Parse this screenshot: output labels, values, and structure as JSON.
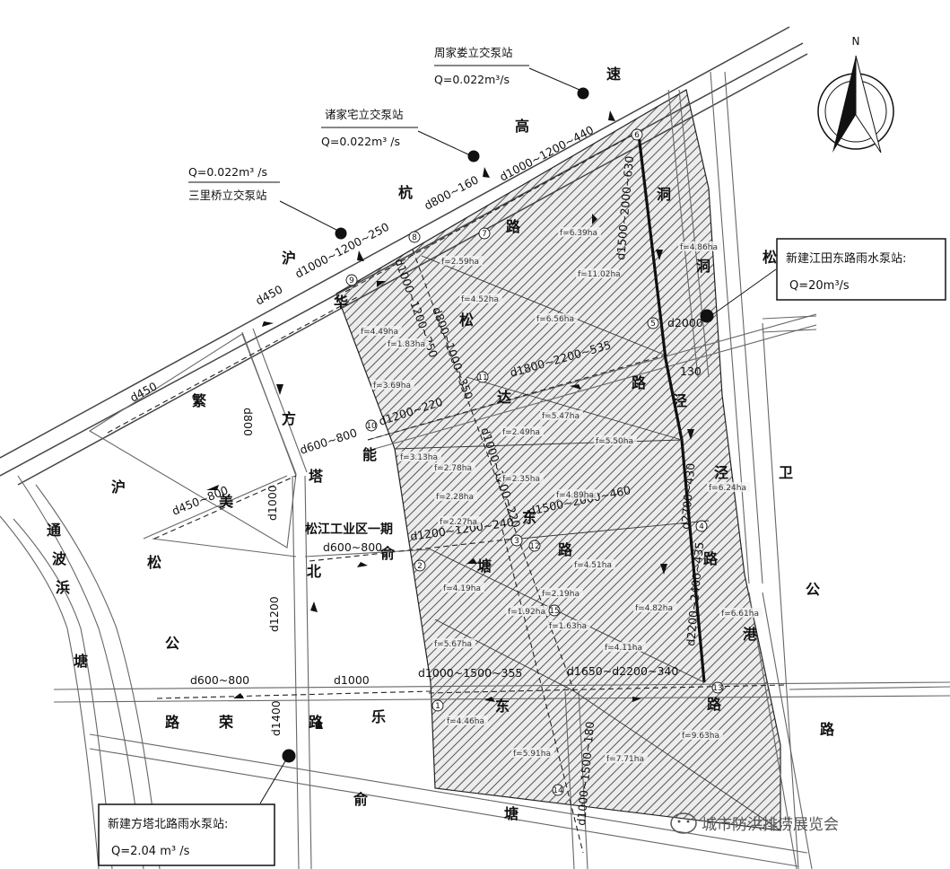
{
  "north": {
    "label": "N"
  },
  "roads": [
    {
      "id": "r1",
      "text": "沪"
    },
    {
      "id": "r2",
      "text": "杭"
    },
    {
      "id": "r3",
      "text": "高"
    },
    {
      "id": "r4",
      "text": "速"
    },
    {
      "id": "r5",
      "text": "繁"
    },
    {
      "id": "r6",
      "text": "方"
    },
    {
      "id": "r7",
      "text": "华"
    },
    {
      "id": "r8",
      "text": "路"
    },
    {
      "id": "r9",
      "text": "能"
    },
    {
      "id": "r10",
      "text": "松"
    },
    {
      "id": "r11",
      "text": "达"
    },
    {
      "id": "r12",
      "text": "路"
    },
    {
      "id": "r13",
      "text": "洞"
    },
    {
      "id": "r14",
      "text": "泾"
    },
    {
      "id": "r15",
      "text": "路"
    },
    {
      "id": "r16",
      "text": "沪"
    },
    {
      "id": "r17",
      "text": "美"
    },
    {
      "id": "r18",
      "text": "塔"
    },
    {
      "id": "r19",
      "text": "北"
    },
    {
      "id": "r20",
      "text": "松"
    },
    {
      "id": "r21",
      "text": "公"
    },
    {
      "id": "r22",
      "text": "路"
    },
    {
      "id": "r23",
      "text": "荣"
    },
    {
      "id": "r24",
      "text": "路"
    },
    {
      "id": "r25",
      "text": "乐"
    },
    {
      "id": "r26",
      "text": "俞"
    },
    {
      "id": "r27",
      "text": "塘"
    },
    {
      "id": "r28",
      "text": "东"
    },
    {
      "id": "r29",
      "text": "路"
    },
    {
      "id": "r30",
      "text": "东"
    },
    {
      "id": "r31",
      "text": "俞"
    },
    {
      "id": "r32",
      "text": "塘"
    },
    {
      "id": "r33",
      "text": "卫"
    },
    {
      "id": "r34",
      "text": "公"
    },
    {
      "id": "r35",
      "text": "路"
    },
    {
      "id": "r36",
      "text": "港"
    },
    {
      "id": "r37",
      "text": "泾"
    },
    {
      "id": "r38",
      "text": "浜"
    },
    {
      "id": "r39",
      "text": "塘"
    },
    {
      "id": "r40",
      "text": "通"
    },
    {
      "id": "r41",
      "text": "波"
    },
    {
      "id": "r42",
      "text": "松"
    },
    {
      "id": "r43",
      "text": "洞"
    },
    {
      "id": "r44",
      "text": "路"
    }
  ],
  "pipes": [
    {
      "id": "p1",
      "text": "d450"
    },
    {
      "id": "p2",
      "text": "d450"
    },
    {
      "id": "p3",
      "text": "d1000~1200~250"
    },
    {
      "id": "p4",
      "text": "d800~160"
    },
    {
      "id": "p5",
      "text": "d1000~1200~440"
    },
    {
      "id": "p6",
      "text": "d1800~2200~535"
    },
    {
      "id": "p7",
      "text": "d1200~220"
    },
    {
      "id": "p8",
      "text": "d600~800"
    },
    {
      "id": "p9",
      "text": "d450~800"
    },
    {
      "id": "p10",
      "text": "d800"
    },
    {
      "id": "p11",
      "text": "d1000"
    },
    {
      "id": "p12",
      "text": "d600~800"
    },
    {
      "id": "p13",
      "text": "d1200~1200~240"
    },
    {
      "id": "p14",
      "text": "d1500~2000~460"
    },
    {
      "id": "p15",
      "text": "d1200"
    },
    {
      "id": "p16",
      "text": "d600~800"
    },
    {
      "id": "p17",
      "text": "d1000"
    },
    {
      "id": "p18",
      "text": "d1000~1500~355"
    },
    {
      "id": "p19",
      "text": "d1650~d2200~340"
    },
    {
      "id": "p20",
      "text": "d1400"
    },
    {
      "id": "p21",
      "text": "d1500~2000~630"
    },
    {
      "id": "p22",
      "text": "d2700~430"
    },
    {
      "id": "p23",
      "text": "d2200~2400~435"
    },
    {
      "id": "p24",
      "text": "d2000"
    },
    {
      "id": "p25",
      "text": "130"
    },
    {
      "id": "p26",
      "text": "d1000~1500~180"
    },
    {
      "id": "p27",
      "text": "d1000~1200~250"
    },
    {
      "id": "p28",
      "text": "d800~1000~350"
    },
    {
      "id": "p29",
      "text": "d1000~1200~220"
    }
  ],
  "areas": [
    {
      "id": "a1",
      "text": "f=6.39ha"
    },
    {
      "id": "a2",
      "text": "f=2.59ha"
    },
    {
      "id": "a3",
      "text": "f=11.02ha"
    },
    {
      "id": "a4",
      "text": "f=4.52ha"
    },
    {
      "id": "a5",
      "text": "f=6.56ha"
    },
    {
      "id": "a6",
      "text": "f=4.86ha"
    },
    {
      "id": "a7",
      "text": "f=4.49ha"
    },
    {
      "id": "a8",
      "text": "f=1.83ha"
    },
    {
      "id": "a9",
      "text": "f=3.69ha"
    },
    {
      "id": "a10",
      "text": "f=5.47ha"
    },
    {
      "id": "a11",
      "text": "f=2.49ha"
    },
    {
      "id": "a12",
      "text": "f=5.50ha"
    },
    {
      "id": "a13",
      "text": "f=3.13ha"
    },
    {
      "id": "a14",
      "text": "f=2.78ha"
    },
    {
      "id": "a15",
      "text": "f=2.35ha"
    },
    {
      "id": "a16",
      "text": "f=2.28ha"
    },
    {
      "id": "a17",
      "text": "f=4.89ha"
    },
    {
      "id": "a18",
      "text": "f=6.24ha"
    },
    {
      "id": "a19",
      "text": "f=2.27ha"
    },
    {
      "id": "a20",
      "text": "f=4.51ha"
    },
    {
      "id": "a21",
      "text": "f=4.19ha"
    },
    {
      "id": "a22",
      "text": "f=2.19ha"
    },
    {
      "id": "a23",
      "text": "f=4.82ha"
    },
    {
      "id": "a24",
      "text": "f=6.61ha"
    },
    {
      "id": "a25",
      "text": "f=1.92ha"
    },
    {
      "id": "a26",
      "text": "f=1.63ha"
    },
    {
      "id": "a27",
      "text": "f=5.67ha"
    },
    {
      "id": "a28",
      "text": "f=4.11ha"
    },
    {
      "id": "a29",
      "text": "f=4.46ha"
    },
    {
      "id": "a30",
      "text": "f=9.63ha"
    },
    {
      "id": "a31",
      "text": "f=5.91ha"
    },
    {
      "id": "a32",
      "text": "f=7.71ha"
    }
  ],
  "zone_label": "松江工业区一期",
  "stations": {
    "zhoujialou": {
      "name": "周家娄立交泵站",
      "q": "Q=0.022m³/s"
    },
    "zhujiazhai": {
      "name": "诸家宅立交泵站",
      "q": "Q=0.022m³ /s"
    },
    "sanliqiao": {
      "name": "三里桥立交泵站",
      "q": "Q=0.022m³ /s"
    }
  },
  "pump_box_east": {
    "line1": "新建江田东路雨水泵站:",
    "line2": "Q=20m³/s"
  },
  "pump_box_south": {
    "line1": "新建方塔北路雨水泵站:",
    "line2": "Q=2.04 m³ /s"
  },
  "nodes": [
    {
      "id": "n1",
      "text": "1"
    },
    {
      "id": "n2",
      "text": "2"
    },
    {
      "id": "n3",
      "text": "3"
    },
    {
      "id": "n4",
      "text": "4"
    },
    {
      "id": "n5",
      "text": "5"
    },
    {
      "id": "n6",
      "text": "6"
    },
    {
      "id": "n7",
      "text": "7"
    },
    {
      "id": "n8",
      "text": "8"
    },
    {
      "id": "n9",
      "text": "9"
    },
    {
      "id": "n10",
      "text": "10"
    },
    {
      "id": "n11",
      "text": "11"
    },
    {
      "id": "n12",
      "text": "12"
    },
    {
      "id": "n13",
      "text": "13"
    },
    {
      "id": "n14",
      "text": "14"
    },
    {
      "id": "n15",
      "text": "15"
    }
  ],
  "watermark": "城市防洪排涝展览会",
  "colors": {
    "line": "#222222",
    "hatch": "#555555",
    "hatch_bg": "#ececec",
    "road": "#666666"
  }
}
